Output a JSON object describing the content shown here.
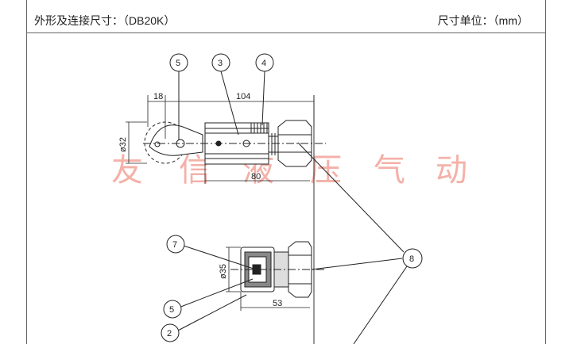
{
  "header": {
    "left_title": "外形及连接尺寸：（DB20K）",
    "right_title": "尺寸单位：（mm）"
  },
  "callouts": [
    "5",
    "3",
    "4",
    "7",
    "5",
    "2",
    "8"
  ],
  "dimensions": {
    "d18": "18",
    "d104": "104",
    "d80": "80",
    "dia32": "ø32",
    "dia35": "ø35",
    "d53": "53"
  },
  "watermark": [
    "友",
    "信",
    "液",
    "压",
    "气",
    "动"
  ]
}
